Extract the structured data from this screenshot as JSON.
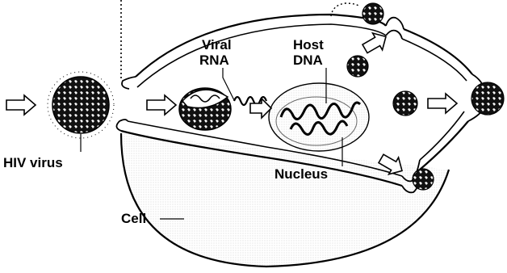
{
  "labels": {
    "viral_rna_line1": "Viral",
    "viral_rna_line2": "RNA",
    "host_dna_line1": "Host",
    "host_dna_line2": "DNA",
    "hiv_virus": "HIV virus",
    "nucleus": "Nucleus",
    "cell": "Cell"
  },
  "colors": {
    "ink": "#000000",
    "background": "#ffffff",
    "shading": "#d9d9d9",
    "arrow_fill": "#ffffff"
  },
  "icons": [
    "hiv-virus-particle",
    "arrow-right",
    "arrow-up-right",
    "arrow-down-right"
  ]
}
